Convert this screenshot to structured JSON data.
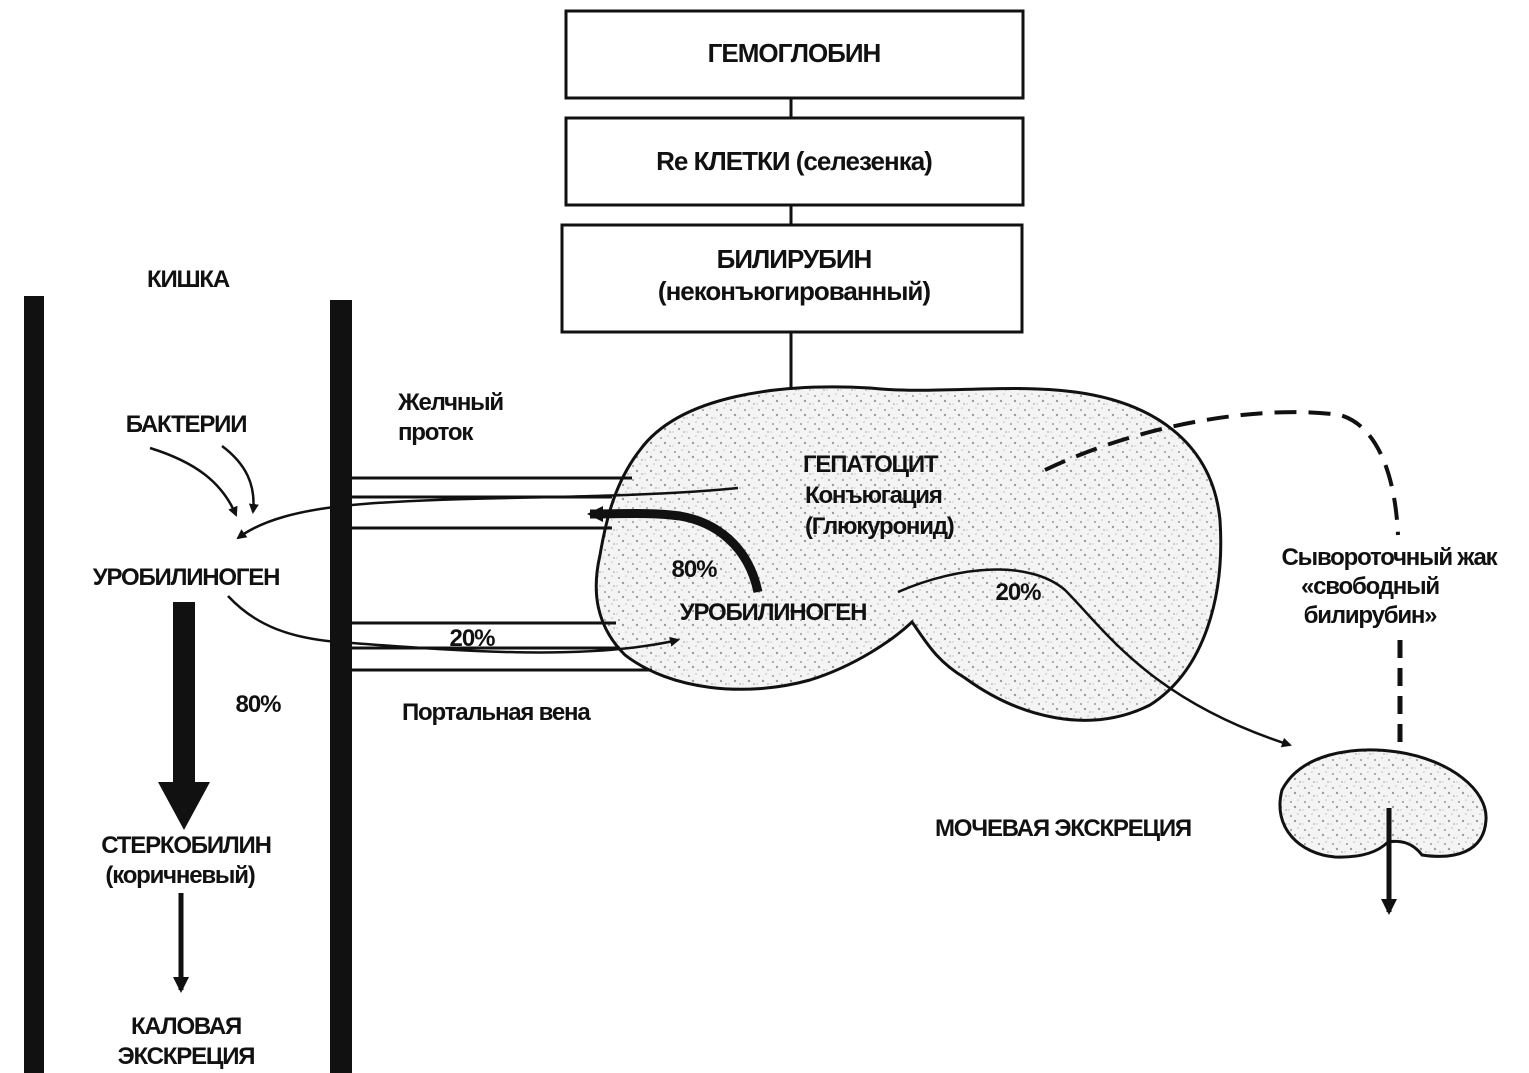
{
  "boxes": {
    "hemoglobin": "ГЕМОГЛОБИН",
    "re_cells": "Re КЛЕТКИ (селезенка)",
    "bilirubin_title": "БИЛИРУБИН",
    "bilirubin_sub": "(неконъюгированный)"
  },
  "intestine": {
    "title": "КИШКА",
    "bacteria": "БАКТЕРИИ",
    "urobilinogen": "УРОБИЛИНОГЕН",
    "pct_down": "80%",
    "stercobilin": "СТЕРКОБИЛИН",
    "stercobilin_sub": "(коричневый)",
    "fecal_1": "КАЛОВАЯ",
    "fecal_2": "ЭКСКРЕЦИЯ"
  },
  "ducts": {
    "bile_duct_1": "Желчный",
    "bile_duct_2": "проток",
    "portal_vein": "Портальная вена",
    "pct_portal": "20%"
  },
  "liver": {
    "hepatocyte": "ГЕПАТОЦИТ",
    "conjugation": "Конъюгация",
    "glucuronide": "(Глюкуронид)",
    "pct_return": "80%",
    "urobilinogen": "УРОБИЛИНОГЕН",
    "pct_kidney": "20%"
  },
  "serum": {
    "line1": "Сывороточный жак",
    "line2": "«свободный",
    "line3": "билирубин»"
  },
  "kidney": {
    "urinary": "МОЧЕВАЯ ЭКСКРЕЦИЯ"
  }
}
